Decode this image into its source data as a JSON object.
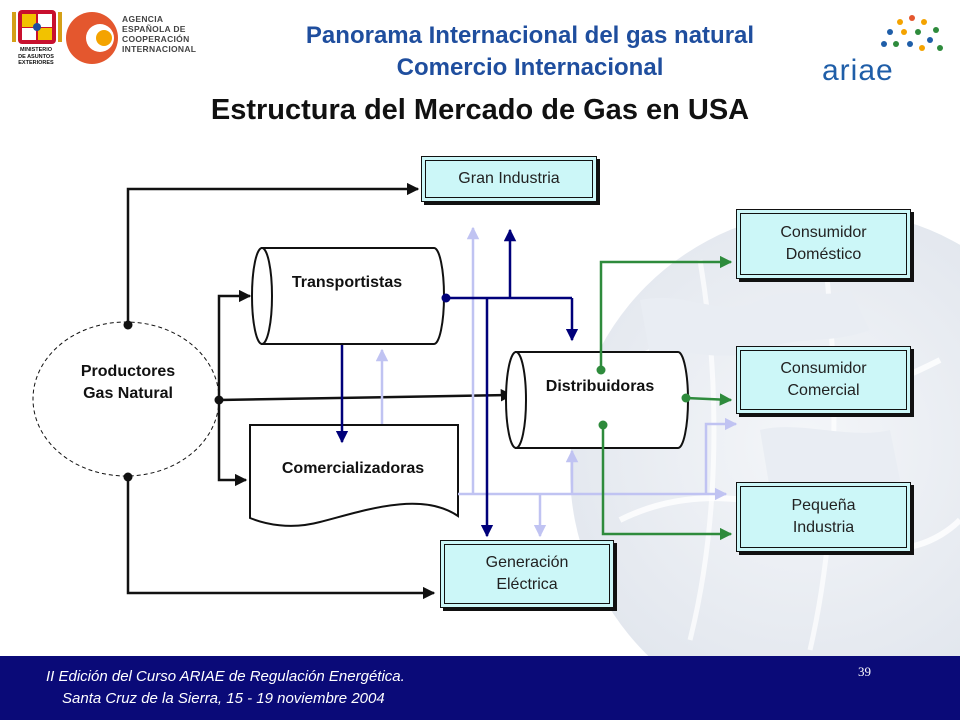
{
  "header": {
    "title_line1": "Panorama Internacional del gas natural",
    "title_line2": "Comercio Internacional"
  },
  "main_title": "Estructura del Mercado de Gas en USA",
  "logos": {
    "agency_text": [
      "AGENCIA",
      "ESPAÑOLA DE",
      "COOPERACIÓN",
      "INTERNACIONAL"
    ],
    "ministry_text": [
      "MINISTERIO",
      "DE ASUNTOS",
      "EXTERIORES"
    ],
    "ariae_text": "ariae"
  },
  "diagram": {
    "producers": "Productores Gas Natural",
    "producers_lines": [
      "Productores",
      "Gas Natural"
    ],
    "transportistas": "Transportistas",
    "comercializadoras": "Comercializadoras",
    "distribuidoras": "Distribuidoras",
    "gran_industria": "Gran Industria",
    "consumidor_domestico_lines": [
      "Consumidor",
      "Doméstico"
    ],
    "consumidor_comercial_lines": [
      "Consumidor",
      "Comercial"
    ],
    "pequena_industria_lines": [
      "Pequeña",
      "Industria"
    ],
    "generacion_electrica_lines": [
      "Generación",
      "Eléctrica"
    ]
  },
  "colors": {
    "title_blue": "#1f4e9e",
    "box_fill": "#ccf7f8",
    "dark_navy": "#00007a",
    "light_lavender": "#c0c3f2",
    "green": "#2e8b3c",
    "footer_bg": "#0a0a78"
  },
  "footer": {
    "line1": "II Edición del Curso ARIAE de Regulación Energética.",
    "line2": "Santa Cruz de la Sierra, 15 - 19 noviembre 2004",
    "page_number": "39"
  }
}
